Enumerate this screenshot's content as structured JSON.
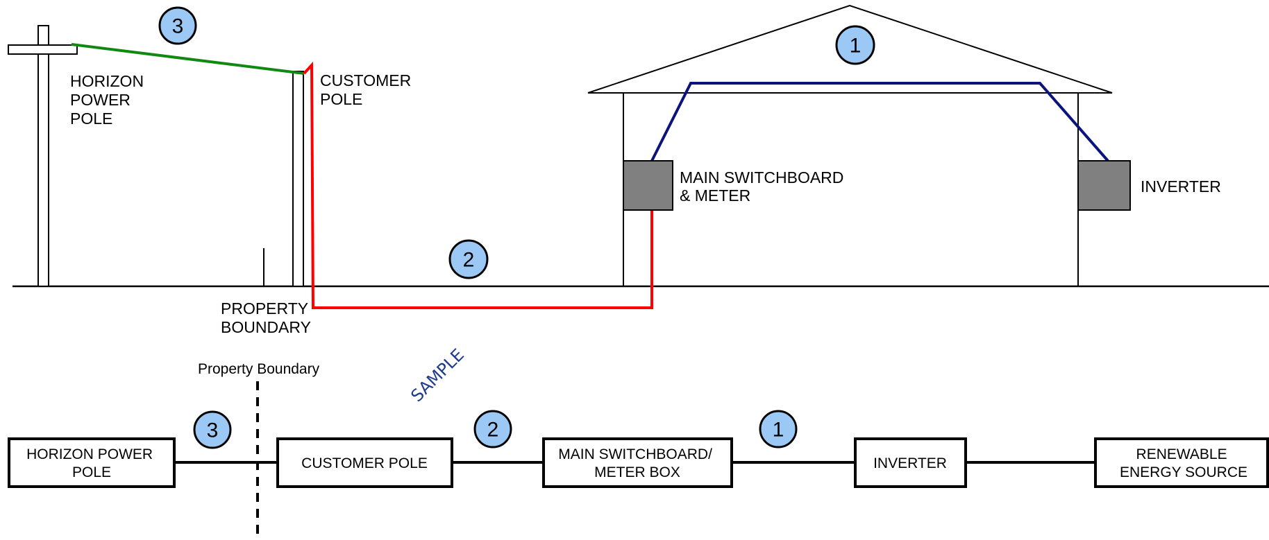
{
  "colors": {
    "line": "#000000",
    "green_span": "#118811",
    "red_span": "#ff0000",
    "blue_span": "#0b137f",
    "box_fill": "#808080",
    "badge_fill": "#9bc8f5",
    "watermark": "#1f3b8c"
  },
  "top_diagram": {
    "horizon_pole_label": [
      "HORIZON",
      "POWER",
      "POLE"
    ],
    "customer_pole_label": [
      "CUSTOMER",
      "POLE"
    ],
    "property_boundary_label": [
      "PROPERTY",
      "BOUNDARY"
    ],
    "switchboard_label": [
      "MAIN SWITCHBOARD",
      "& METER"
    ],
    "inverter_label": "INVERTER",
    "badges": [
      "3",
      "2",
      "1"
    ]
  },
  "bottom_diagram": {
    "property_boundary_label": "Property Boundary",
    "watermark": "SAMPLE",
    "boxes": [
      [
        "HORIZON POWER",
        "POLE"
      ],
      [
        "CUSTOMER POLE"
      ],
      [
        "MAIN SWITCHBOARD/",
        "METER BOX"
      ],
      [
        "INVERTER"
      ],
      [
        "RENEWABLE",
        "ENERGY SOURCE"
      ]
    ],
    "badges": [
      "3",
      "2",
      "1"
    ]
  }
}
